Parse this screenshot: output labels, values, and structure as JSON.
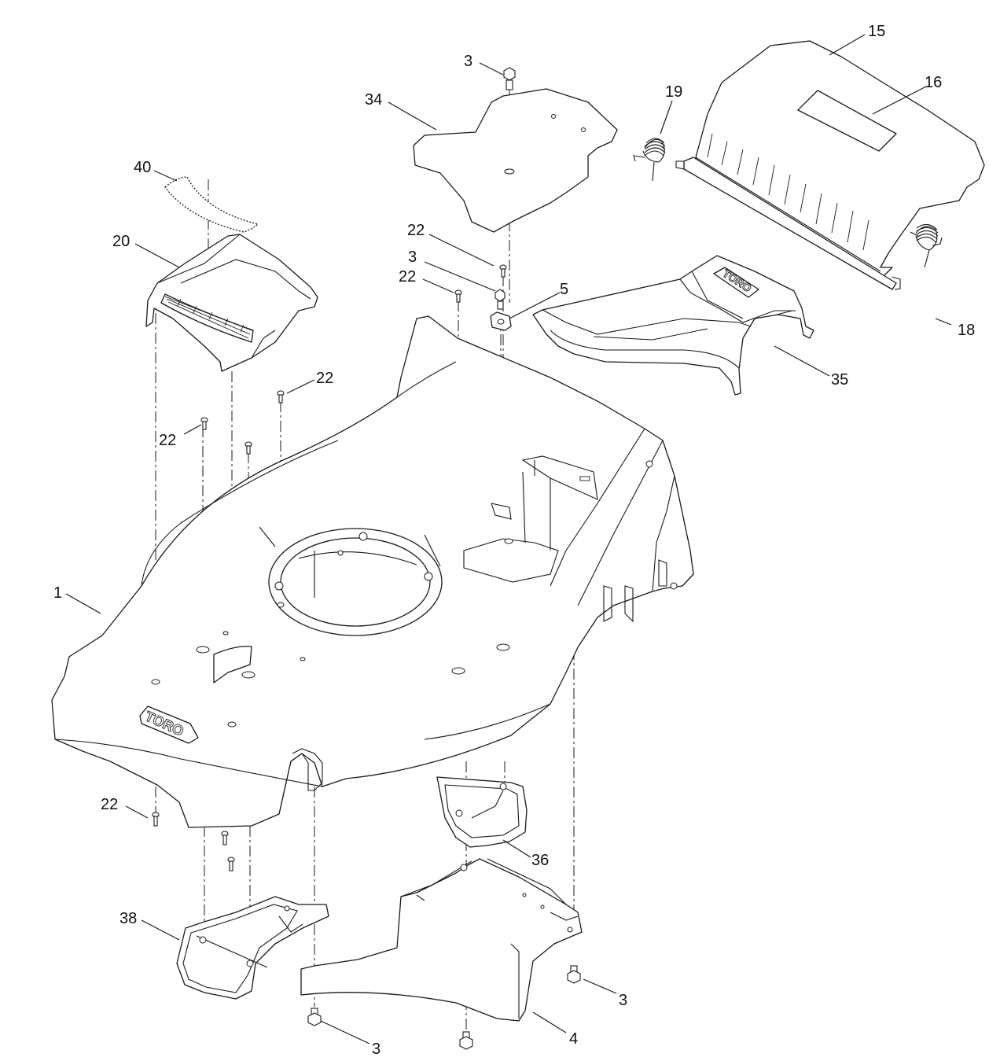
{
  "diagram": {
    "callouts": {
      "c15": "15",
      "c16": "16",
      "c19": "19",
      "c3a": "3",
      "c34": "34",
      "c40": "40",
      "c20": "20",
      "c22a": "22",
      "c3b": "3",
      "c22b": "22",
      "c5": "5",
      "c18": "18",
      "c35": "35",
      "c22c": "22",
      "c22d": "22",
      "c1": "1",
      "c22e": "22",
      "c36": "36",
      "c38": "38",
      "c3c": "3",
      "c3d": "3",
      "c4": "4"
    },
    "logos": {
      "deck": "TORO",
      "chute": "TORO"
    },
    "colors": {
      "line": "#1a1a1a",
      "background": "#ffffff"
    }
  }
}
